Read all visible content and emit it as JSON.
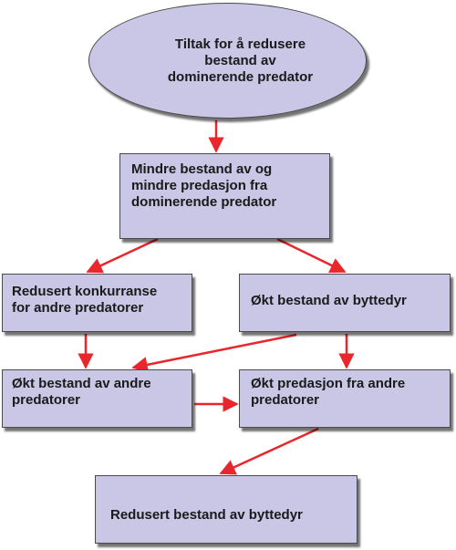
{
  "nodes": {
    "start": "Tiltak for å redusere\nbestand av\ndominerende predator",
    "less_predator": "Mindre bestand av  og\nmindre predasjon fra\ndominerende predator",
    "reduced_competition": "Redusert konkurranse\nfor andre predatorer",
    "more_prey": "Økt bestand av byttedyr",
    "more_other_predators": "Økt bestand av andre\npredatorer",
    "more_predation": "Økt predasjon fra andre\npredatorer",
    "reduced_prey": "Redusert bestand av byttedyr"
  },
  "colors": {
    "node_fill": "#c9c6e6",
    "arrow": "#e8262c",
    "border": "#4a4a4a"
  }
}
